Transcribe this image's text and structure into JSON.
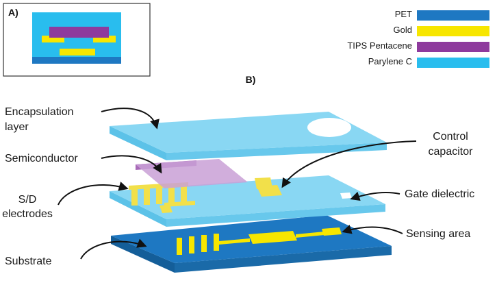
{
  "colors": {
    "pet": "#1e78c2",
    "gold": "#f7e600",
    "tips_pentacene": "#8e3a9d",
    "parylene_c": "#29bdee",
    "parylene_layer": "#7fd4f2",
    "pentacene_layer": "#c9a0d6",
    "gold_layer": "#f2e04a"
  },
  "panel_a": {
    "label": "A)"
  },
  "panel_b": {
    "label": "B)"
  },
  "legend": {
    "items": [
      {
        "name": "PET",
        "color": "#1e78c2"
      },
      {
        "name": "Gold",
        "color": "#f7e600"
      },
      {
        "name": "TIPS Pentacene",
        "color": "#8e3a9d"
      },
      {
        "name": "Parylene C",
        "color": "#29bdee"
      }
    ]
  },
  "labels": {
    "encapsulation_line1": "Encapsulation",
    "encapsulation_line2": "layer",
    "semiconductor": "Semiconductor",
    "sd_line1": "S/D",
    "sd_line2": "electrodes",
    "substrate": "Substrate",
    "control_line1": "Control",
    "control_line2": "capacitor",
    "gate_dielectric": "Gate dielectric",
    "sensing_area": "Sensing area"
  }
}
